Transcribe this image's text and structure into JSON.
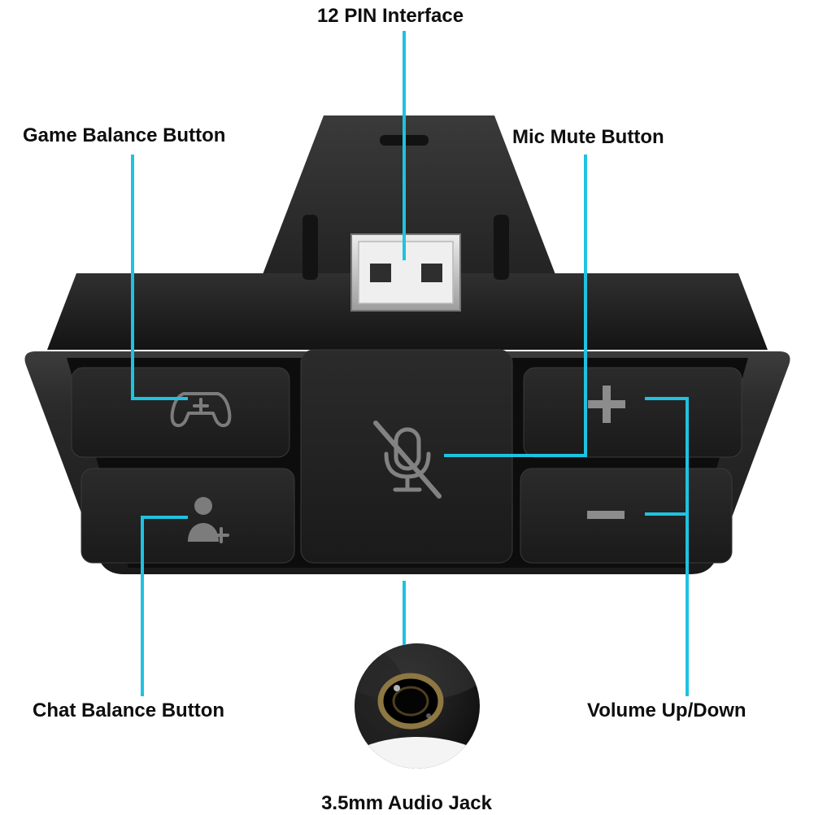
{
  "accent_color": "#1fc2e0",
  "labels": {
    "pin_interface": "12 PIN Interface",
    "game_balance": "Game Balance Button",
    "mic_mute": "Mic Mute Button",
    "chat_balance": "Chat Balance Button",
    "volume": "Volume Up/Down",
    "audio_jack": "3.5mm Audio Jack"
  },
  "device": {
    "icons": {
      "game_balance_button": "controller-plus-icon",
      "chat_balance_button": "person-plus-icon",
      "mic_mute_button": "mic-slash-icon",
      "volume_up_button": "plus-icon",
      "volume_down_button": "minus-icon",
      "top_connector": "usb-connector",
      "bottom_inset": "audio-jack-photo"
    }
  }
}
